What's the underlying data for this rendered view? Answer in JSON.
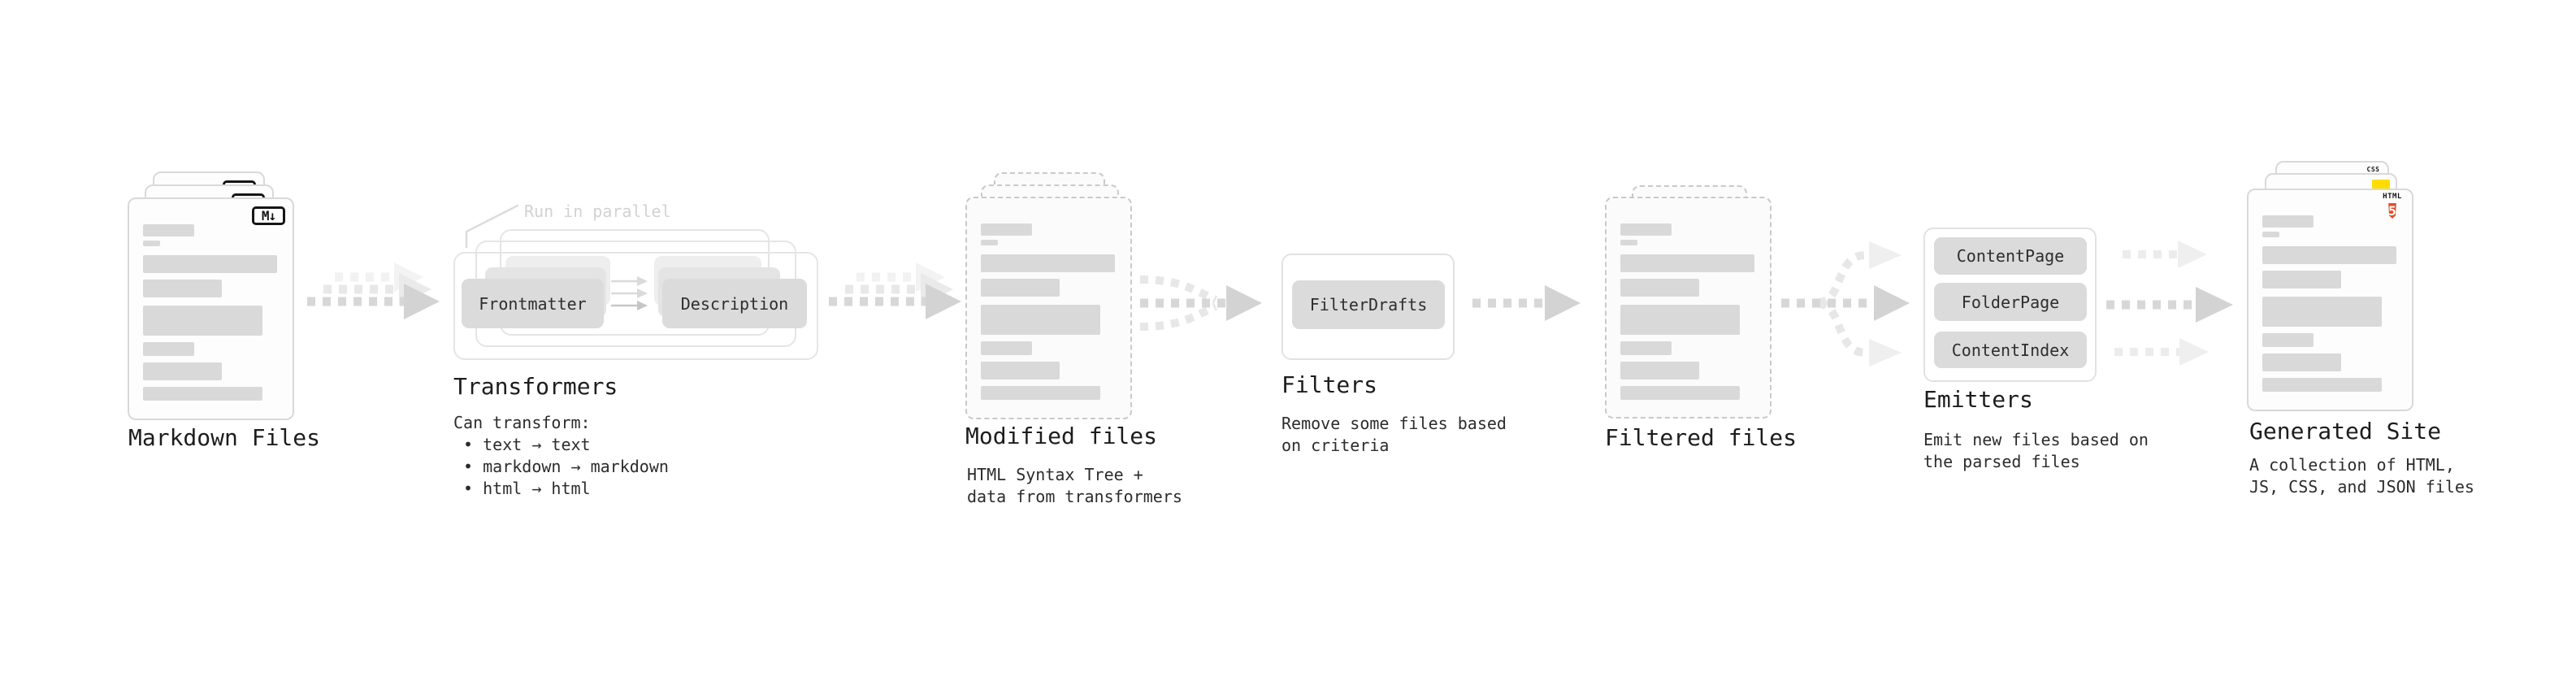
{
  "nodes": {
    "markdown": {
      "heading": "Markdown Files",
      "badge": "M↓"
    },
    "transformers": {
      "heading": "Transformers",
      "note": "Run in parallel",
      "buttons": [
        "Frontmatter",
        "Description"
      ],
      "caption": "Can transform:\n • text → text\n • markdown → markdown\n • html → html"
    },
    "modified": {
      "heading": "Modified files",
      "caption": "HTML Syntax Tree +\ndata from transformers"
    },
    "filters": {
      "heading": "Filters",
      "button": "FilterDrafts",
      "caption": "Remove some files based\non criteria"
    },
    "filtered": {
      "heading": "Filtered files"
    },
    "emitters": {
      "heading": "Emitters",
      "buttons": [
        "ContentPage",
        "FolderPage",
        "ContentIndex"
      ],
      "caption": "Emit new files based on\nthe parsed files"
    },
    "generated": {
      "heading": "Generated Site",
      "caption": "A collection of HTML,\nJS, CSS, and JSON files",
      "badges": {
        "css": "CSS",
        "html_word": "HTML",
        "html_number": "5"
      }
    }
  },
  "colors": {
    "arrow_main": "#d7d7d7",
    "placeholder_bar": "#d9d9d9",
    "html5_orange": "#e44d26",
    "js_yellow": "#ffdd00",
    "css_blue": "#2f6be4",
    "ink": "#1d1d1d",
    "faded_note": "#d2d2d2"
  }
}
